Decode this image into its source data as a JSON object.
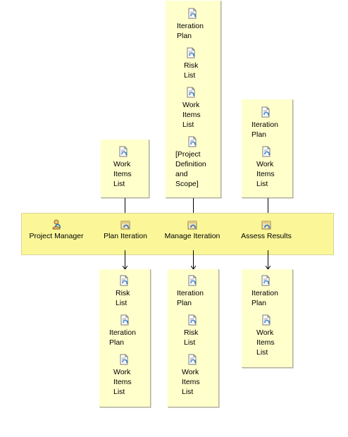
{
  "diagram": {
    "roles": [
      {
        "name": "Project Manager",
        "icon": "role-actor-icon"
      },
      {
        "name": "Plan Iteration",
        "icon": "task-icon"
      },
      {
        "name": "Manage Iteration",
        "icon": "task-icon"
      },
      {
        "name": "Assess Results",
        "icon": "task-icon"
      }
    ],
    "inputs": {
      "plan_iteration": [
        "Work\nItems\nList"
      ],
      "manage_iteration": [
        "Iteration\nPlan",
        "Risk\nList",
        "Work\nItems\nList",
        "[Project\nDefinition\nand\nScope]"
      ],
      "assess_results": [
        "Iteration\nPlan",
        "Work\nItems\nList"
      ]
    },
    "outputs": {
      "plan_iteration": [
        "Risk\nList",
        "Iteration\nPlan",
        "Work\nItems\nList"
      ],
      "manage_iteration": [
        "Iteration\nPlan",
        "Risk\nList",
        "Work\nItems\nList"
      ],
      "assess_results": [
        "Iteration\nPlan",
        "Work\nItems\nList"
      ]
    },
    "colors": {
      "box_fill": "#ffffcc",
      "band_fill": "#fbf799",
      "connector": "#000000"
    },
    "icon_names": {
      "artifact": "work-product-icon"
    }
  }
}
